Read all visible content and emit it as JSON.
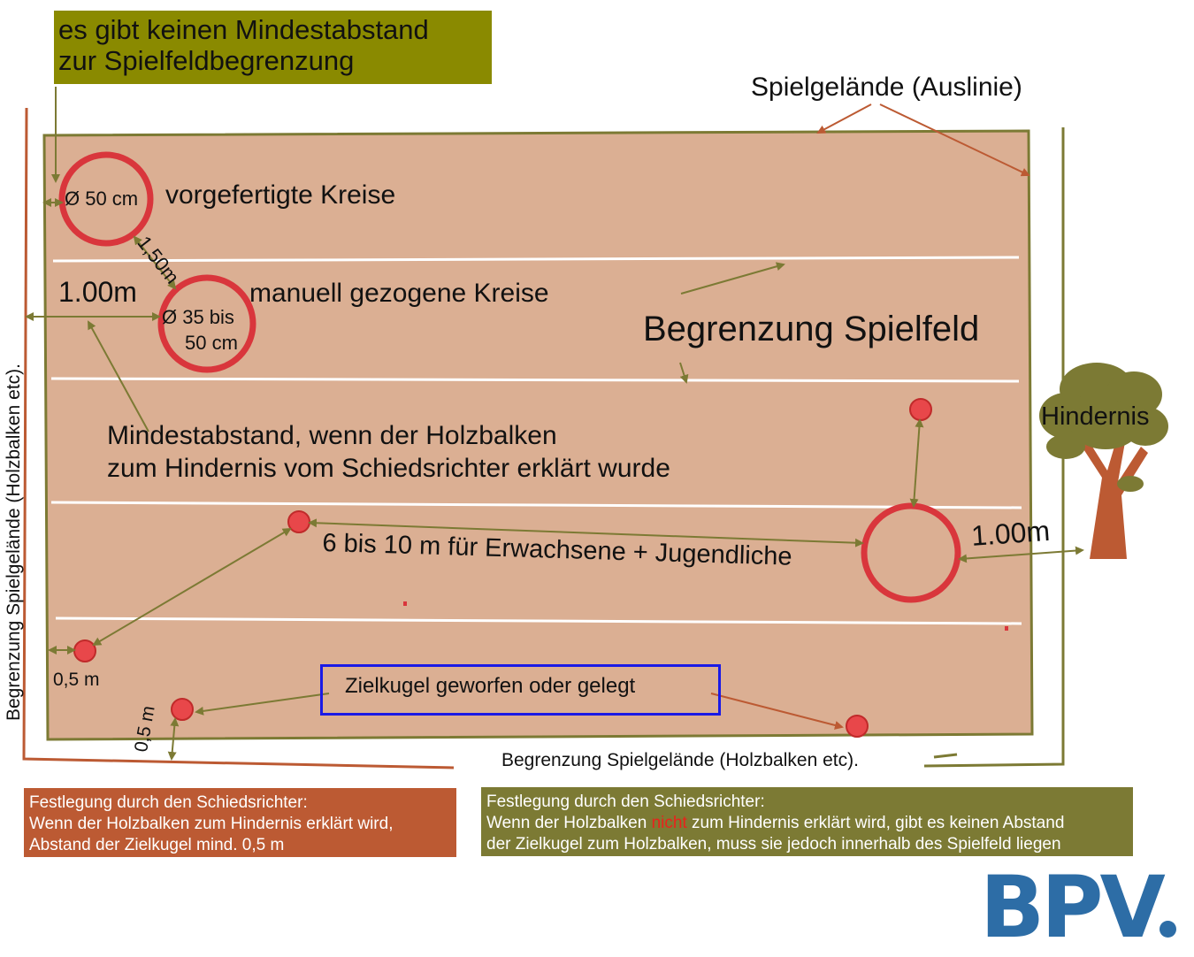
{
  "colors": {
    "field_fill": "#dbaf93",
    "field_border": "#7c7a34",
    "orange_line": "#bc5a33",
    "circle_red": "#d9363c",
    "arrow_olive": "#7c7a34",
    "arrow_orange": "#bc5a33",
    "note_orange_bg": "#bc5a33",
    "note_olive_bg": "#7c7a34",
    "top_note_bg": "#8a8a00",
    "blue_box": "#1a1ae6",
    "logo_blue": "#2d6da6",
    "tree_foliage": "#7c7a34",
    "tree_trunk": "#bc5a33"
  },
  "top_note": {
    "line1": "es gibt keinen Mindestabstand",
    "line2": "zur Spielfeldbegrenzung"
  },
  "labels": {
    "spielgelaende": "Spielgelände (Auslinie)",
    "circle_50": "Ø 50 cm",
    "prefab_circles": "vorgefertigte Kreise",
    "dist_150": "1,50m",
    "dist_100_left": "1.00m",
    "circle_35_line1": "Ø 35 bis",
    "circle_35_line2": "50 cm",
    "manual_circles": "manuell gezogene Kreise",
    "begrenzung_spielfeld": "Begrenzung Spielfeld",
    "hindernis": "Hindernis",
    "mindestabstand_line1": "Mindestabstand, wenn der Holzbalken",
    "mindestabstand_line2": "zum Hindernis vom Schiedsrichter erklärt wurde",
    "throw_distance": "6 bis 10 m für Erwachsene + Jugendliche",
    "dist_100_right": "1.00m",
    "dist_05_a": "0,5 m",
    "dist_05_b": "0,5 m",
    "zielkugel": "Zielkugel geworfen oder gelegt",
    "bottom_boundary": "Begrenzung Spielgelände (Holzbalken etc).",
    "left_boundary": "Begrenzung Spielgelände (Holzbalken etc)."
  },
  "notes": {
    "orange": {
      "line1": "Festlegung durch den Schiedsrichter:",
      "line2": "Wenn der Holzbalken zum Hindernis erklärt wird,",
      "line3": "Abstand der Zielkugel mind. 0,5 m"
    },
    "olive": {
      "line1": "Festlegung durch den Schiedsrichter:",
      "line2_pre": "Wenn der Holzbalken ",
      "line2_red": "nicht",
      "line2_post": " zum Hindernis erklärt wird, gibt es keinen Abstand",
      "line3": "der Zielkugel zum Holzbalken, muss sie jedoch innerhalb des Spielfeld liegen"
    }
  },
  "logo": {
    "text": "BPV"
  },
  "icons": {
    "tree": "tree-icon",
    "logo_dot": "dot-icon"
  }
}
